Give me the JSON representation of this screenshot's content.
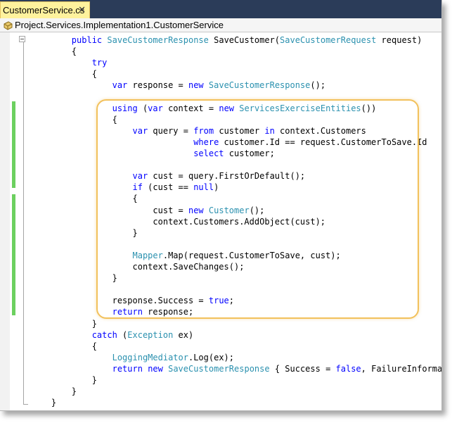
{
  "tab": {
    "title": "CustomerService.cs",
    "close_glyph": "✕",
    "modified_marker": ""
  },
  "navbar": {
    "path": "Project.Services.Implementation1.CustomerService",
    "icon": "class-icon"
  },
  "colors": {
    "keyword": "#0000ff",
    "type": "#2b91af",
    "highlight": "#f2c15c",
    "change_bar": "#6cd05f"
  },
  "code_lines": [
    [
      {
        "t": "        "
      },
      {
        "t": "public",
        "c": "kw"
      },
      {
        "t": " "
      },
      {
        "t": "SaveCustomerResponse",
        "c": "ty"
      },
      {
        "t": " SaveCustomer("
      },
      {
        "t": "SaveCustomerRequest",
        "c": "ty"
      },
      {
        "t": " request)"
      }
    ],
    [
      {
        "t": "        {"
      }
    ],
    [
      {
        "t": "            "
      },
      {
        "t": "try",
        "c": "kw"
      }
    ],
    [
      {
        "t": "            {"
      }
    ],
    [
      {
        "t": "                "
      },
      {
        "t": "var",
        "c": "kw"
      },
      {
        "t": " response = "
      },
      {
        "t": "new",
        "c": "kw"
      },
      {
        "t": " "
      },
      {
        "t": "SaveCustomerResponse",
        "c": "ty"
      },
      {
        "t": "();"
      }
    ],
    [
      {
        "t": ""
      }
    ],
    [
      {
        "t": "                "
      },
      {
        "t": "using",
        "c": "kw"
      },
      {
        "t": " ("
      },
      {
        "t": "var",
        "c": "kw"
      },
      {
        "t": " context = "
      },
      {
        "t": "new",
        "c": "kw"
      },
      {
        "t": " "
      },
      {
        "t": "ServicesExerciseEntities",
        "c": "ty"
      },
      {
        "t": "())"
      }
    ],
    [
      {
        "t": "                {"
      }
    ],
    [
      {
        "t": "                    "
      },
      {
        "t": "var",
        "c": "kw"
      },
      {
        "t": " query = "
      },
      {
        "t": "from",
        "c": "kw"
      },
      {
        "t": " customer "
      },
      {
        "t": "in",
        "c": "kw"
      },
      {
        "t": " context.Customers"
      }
    ],
    [
      {
        "t": "                                "
      },
      {
        "t": "where",
        "c": "kw"
      },
      {
        "t": " customer.Id == request.CustomerToSave.Id"
      }
    ],
    [
      {
        "t": "                                "
      },
      {
        "t": "select",
        "c": "kw"
      },
      {
        "t": " customer;"
      }
    ],
    [
      {
        "t": ""
      }
    ],
    [
      {
        "t": "                    "
      },
      {
        "t": "var",
        "c": "kw"
      },
      {
        "t": " cust = query.FirstOrDefault();"
      }
    ],
    [
      {
        "t": "                    "
      },
      {
        "t": "if",
        "c": "kw"
      },
      {
        "t": " (cust == "
      },
      {
        "t": "null",
        "c": "kw"
      },
      {
        "t": ")"
      }
    ],
    [
      {
        "t": "                    {"
      }
    ],
    [
      {
        "t": "                        cust = "
      },
      {
        "t": "new",
        "c": "kw"
      },
      {
        "t": " "
      },
      {
        "t": "Customer",
        "c": "ty"
      },
      {
        "t": "();"
      }
    ],
    [
      {
        "t": "                        context.Customers.AddObject(cust);"
      }
    ],
    [
      {
        "t": "                    }"
      }
    ],
    [
      {
        "t": ""
      }
    ],
    [
      {
        "t": "                    "
      },
      {
        "t": "Mapper",
        "c": "ty"
      },
      {
        "t": ".Map(request.CustomerToSave, cust);"
      }
    ],
    [
      {
        "t": "                    context.SaveChanges();"
      }
    ],
    [
      {
        "t": "                }"
      }
    ],
    [
      {
        "t": ""
      }
    ],
    [
      {
        "t": "                response.Success = "
      },
      {
        "t": "true",
        "c": "kw"
      },
      {
        "t": ";"
      }
    ],
    [
      {
        "t": "                "
      },
      {
        "t": "return",
        "c": "kw"
      },
      {
        "t": " response;"
      }
    ],
    [
      {
        "t": "            }"
      }
    ],
    [
      {
        "t": "            "
      },
      {
        "t": "catch",
        "c": "kw"
      },
      {
        "t": " ("
      },
      {
        "t": "Exception",
        "c": "ty"
      },
      {
        "t": " ex)"
      }
    ],
    [
      {
        "t": "            {"
      }
    ],
    [
      {
        "t": "                "
      },
      {
        "t": "LoggingMediator",
        "c": "ty"
      },
      {
        "t": ".Log(ex);"
      }
    ],
    [
      {
        "t": "                "
      },
      {
        "t": "return",
        "c": "kw"
      },
      {
        "t": " "
      },
      {
        "t": "new",
        "c": "kw"
      },
      {
        "t": " "
      },
      {
        "t": "SaveCustomerResponse",
        "c": "ty"
      },
      {
        "t": " { Success = "
      },
      {
        "t": "false",
        "c": "kw"
      },
      {
        "t": ", FailureInformatio"
      }
    ],
    [
      {
        "t": "            }"
      }
    ],
    [
      {
        "t": "        }"
      }
    ],
    [
      {
        "t": "    }"
      }
    ]
  ]
}
